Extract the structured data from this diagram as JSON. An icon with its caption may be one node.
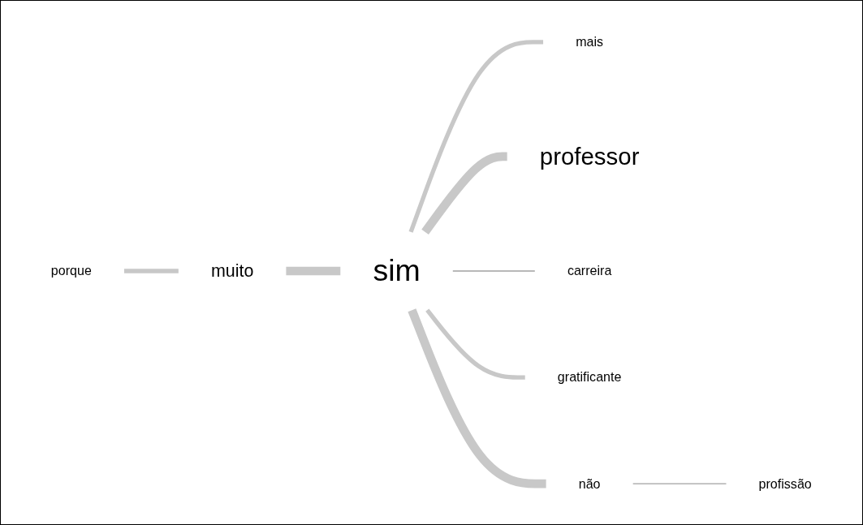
{
  "diagram": {
    "nodes": [
      {
        "text": [
          "mais"
        ]
      },
      {
        "text": [
          "professor"
        ]
      },
      {
        "text": [
          "carreira"
        ]
      },
      {
        "text": [
          "sim"
        ]
      },
      {
        "text": [
          "porque"
        ]
      },
      {
        "text": [
          "muito"
        ]
      },
      {
        "text": [
          "gratificante"
        ]
      },
      {
        "text": [
          "não"
        ]
      },
      {
        "text": [
          "profissão"
        ]
      }
    ],
    "edges": [
      {
        "from": 3,
        "to": 0,
        "arrow": "none"
      },
      {
        "from": 3,
        "to": 1,
        "arrow": "none",
        "style": "thick"
      },
      {
        "from": 3,
        "to": 2,
        "arrow": "none",
        "color": "#a0a0a0"
      },
      {
        "from": 5,
        "to": 3,
        "arrow": "none",
        "style": "thick"
      },
      {
        "from": 4,
        "to": 5,
        "arrow": "none"
      },
      {
        "from": 3,
        "to": 6,
        "arrow": "none"
      },
      {
        "from": 3,
        "to": 7,
        "arrow": "none",
        "style": "thick"
      },
      {
        "from": 7,
        "to": 8,
        "arrow": "none",
        "color": "#a0a0a0"
      }
    ]
  }
}
